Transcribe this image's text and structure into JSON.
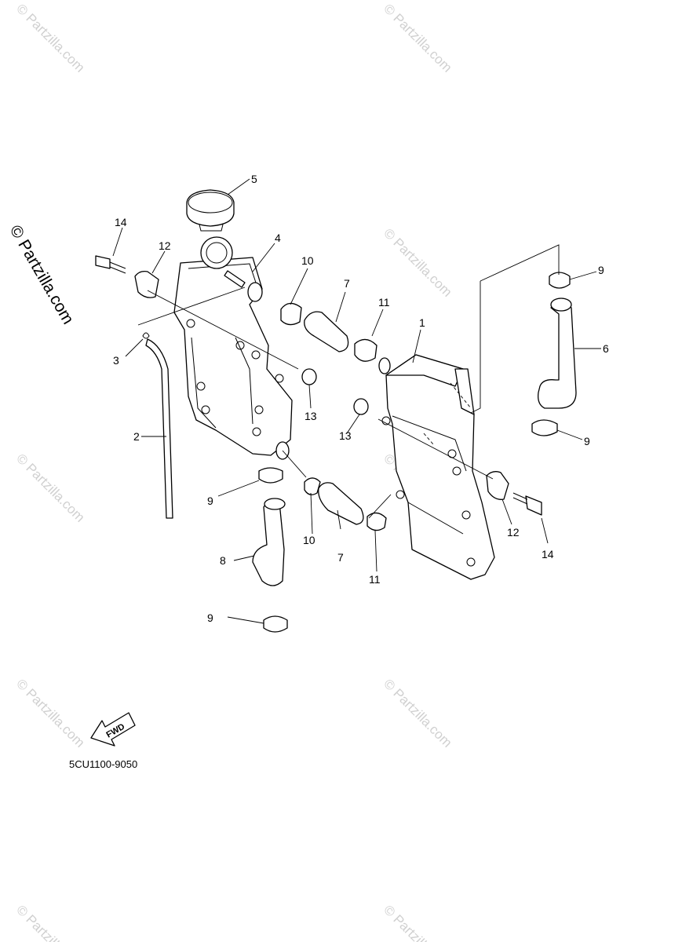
{
  "watermark": {
    "diagonal_text": "© Partzilla.com",
    "side_text": "© Partzilla.com"
  },
  "callouts": [
    "1",
    "2",
    "3",
    "4",
    "5",
    "6",
    "7",
    "8",
    "9",
    "10",
    "11",
    "12",
    "13",
    "14"
  ],
  "fwd_label": "FWD",
  "diagram_code": "5CU1100-9050"
}
